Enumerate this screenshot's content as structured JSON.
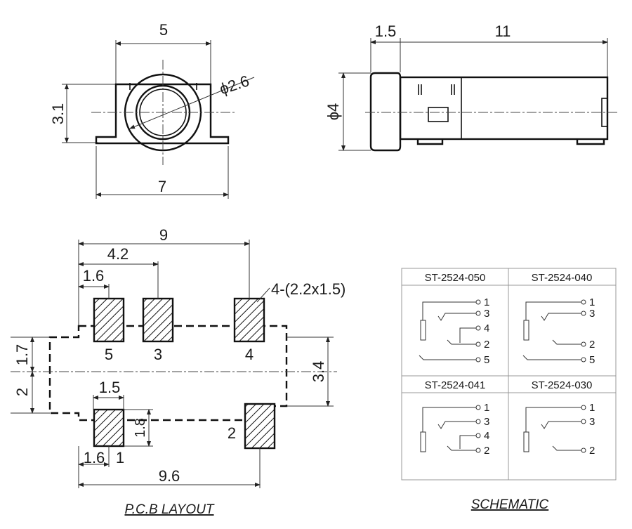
{
  "front_view": {
    "dim_width_top": "5",
    "dim_height_left": "3.1",
    "dim_diameter": "ϕ2.6",
    "dim_width_bottom": "7"
  },
  "side_view": {
    "dim_head_length": "1.5",
    "dim_body_length": "11",
    "dim_diameter": "ϕ4"
  },
  "pcb_layout": {
    "title": "P.C.B LAYOUT",
    "dims": {
      "total_pitch": "9",
      "pitch_4_2": "4.2",
      "pitch_1_6_top": "1.6",
      "pad_callout": "4-(2.2x1.5)",
      "height_1_7": "1.7",
      "height_2": "2",
      "height_3_4": "3.4",
      "pitch_1_5": "1.5",
      "height_1_8": "1.8",
      "pitch_1_6_bottom": "1.6",
      "total_9_6": "9.6"
    },
    "pin_labels": {
      "p5": "5",
      "p3": "3",
      "p4": "4",
      "p2": "2",
      "p1": "1"
    }
  },
  "schematic": {
    "title": "SCHEMATIC",
    "cells": [
      {
        "name": "ST-2524-050",
        "pins": [
          "1",
          "3",
          "4",
          "2",
          "5"
        ]
      },
      {
        "name": "ST-2524-040",
        "pins": [
          "1",
          "3",
          "2",
          "5"
        ]
      },
      {
        "name": "ST-2524-041",
        "pins": [
          "1",
          "3",
          "4",
          "2"
        ]
      },
      {
        "name": "ST-2524-030",
        "pins": [
          "1",
          "3",
          "2"
        ]
      }
    ]
  }
}
